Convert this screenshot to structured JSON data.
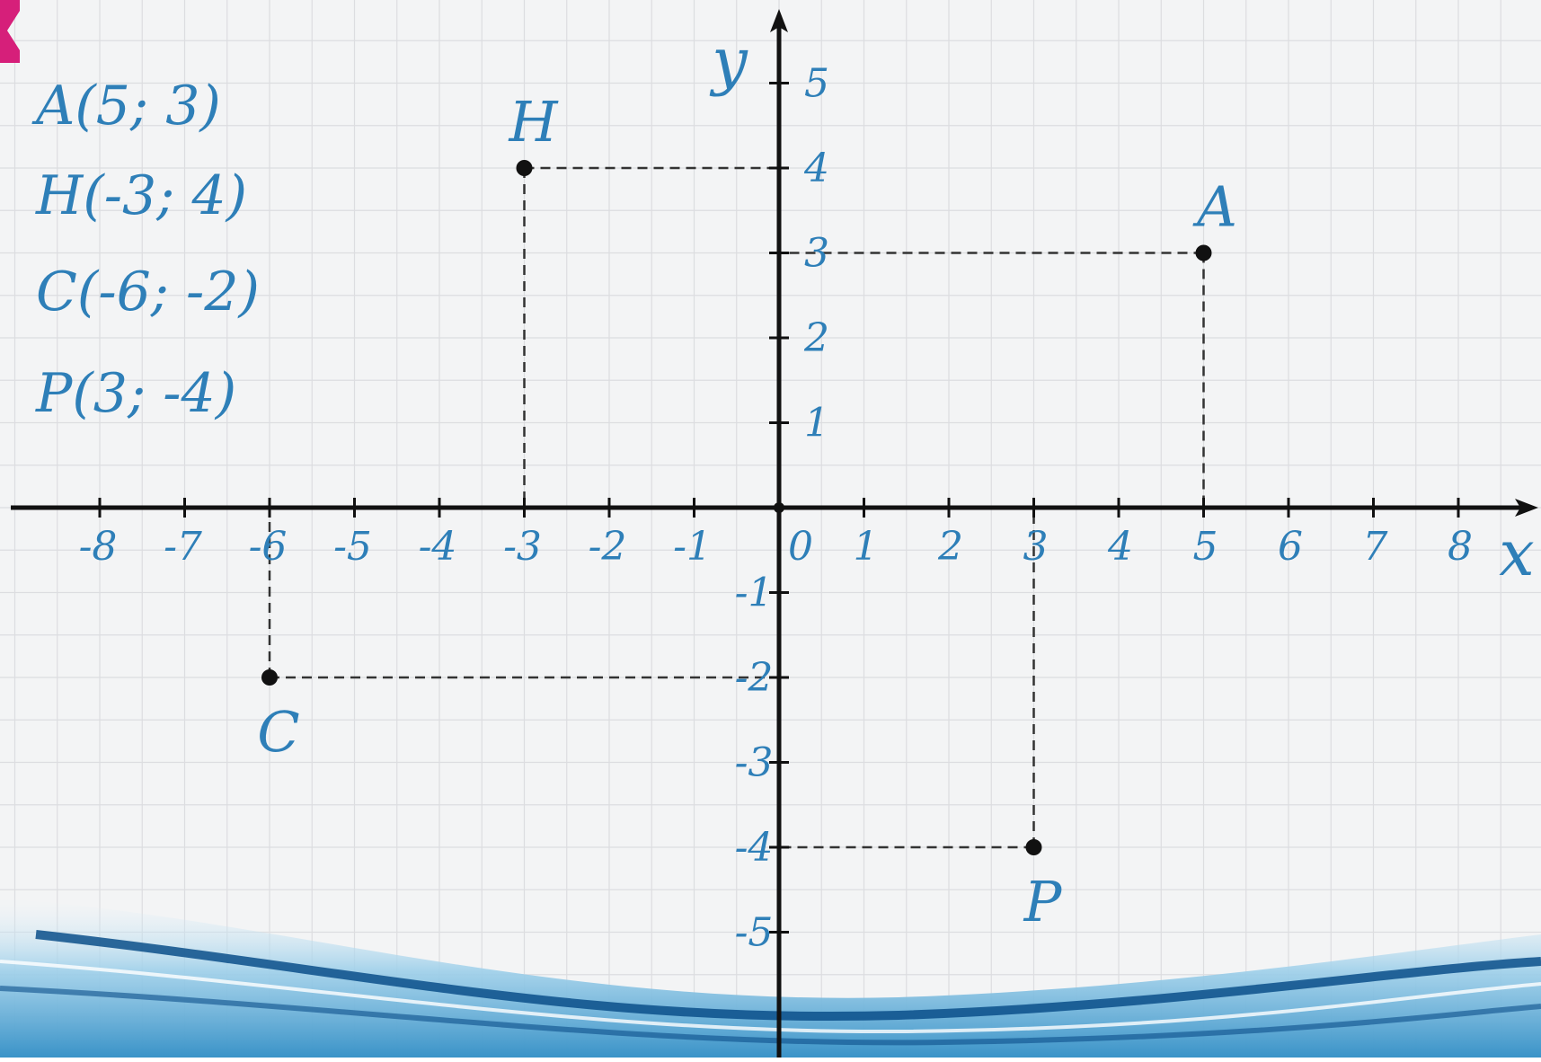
{
  "colors": {
    "background": "#f3f4f5",
    "grid_minor": "#dcdde0",
    "grid_major": "#c9cacd",
    "axis": "#111111",
    "label_blue": "#2e7fb8",
    "dash": "#333333",
    "corner_accent": "#d61f7a",
    "wave_dark": "#0b4f8a",
    "wave_light": "#9fd0ea"
  },
  "diagram": {
    "type": "coordinate-plane",
    "x_axis": {
      "label": "x",
      "range": [
        -8,
        8
      ]
    },
    "y_axis": {
      "label": "y",
      "range": [
        -5,
        5
      ]
    },
    "x_tick_labels": [
      "-8",
      "-7",
      "-6",
      "-5",
      "-4",
      "-3",
      "-2",
      "-1",
      "0",
      "1",
      "2",
      "3",
      "4",
      "5",
      "6",
      "7",
      "8"
    ],
    "y_tick_labels": [
      "5",
      "4",
      "3",
      "2",
      "1",
      "-1",
      "-2",
      "-3",
      "-4",
      "-5"
    ],
    "points": [
      {
        "name": "A",
        "x": 5,
        "y": 3,
        "label_side": "above"
      },
      {
        "name": "H",
        "x": -3,
        "y": 4,
        "label_side": "above"
      },
      {
        "name": "C",
        "x": -6,
        "y": -2,
        "label_side": "below"
      },
      {
        "name": "P",
        "x": 3,
        "y": -4,
        "label_side": "below"
      }
    ],
    "coordinate_list": [
      "A(5; 3)",
      "H(-3; 4)",
      "C(-6; -2)",
      "P(3; -4)"
    ]
  }
}
